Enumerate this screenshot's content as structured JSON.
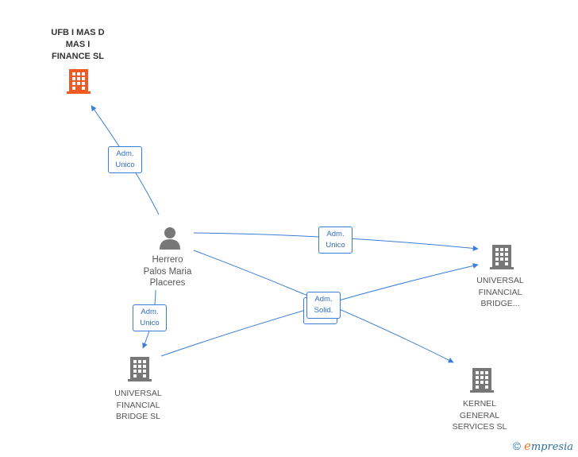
{
  "nodes": {
    "ufb": {
      "label": "UFB I MAS D\nMAS I\nFINANCE SL",
      "icon": "building-icon",
      "color": "#f05a22"
    },
    "person": {
      "label": "Herrero\nPalos Maria\nPlaceres",
      "icon": "person-icon",
      "color": "#777777"
    },
    "ufb_bridge_right": {
      "label": "UNIVERSAL\nFINANCIAL\nBRIDGE...",
      "icon": "building-icon",
      "color": "#777777"
    },
    "ufb_bridge_sl": {
      "label": "UNIVERSAL\nFINANCIAL\nBRIDGE SL",
      "icon": "building-icon",
      "color": "#777777"
    },
    "kernel": {
      "label": "KERNEL\nGENERAL\nSERVICES  SL",
      "icon": "building-icon",
      "color": "#777777"
    }
  },
  "edges": {
    "to_ufb": {
      "line1": "Adm.",
      "line2": "Unico"
    },
    "to_bridge_right": {
      "line1": "Adm.",
      "line2": "Unico"
    },
    "to_bridge_sl": {
      "line1": "Adm.",
      "line2": "Unico"
    },
    "solid": {
      "line1": "Adm.",
      "line2": "Solid."
    }
  },
  "colors": {
    "edge": "#3b7dd8",
    "accent": "#f05a22",
    "gray_icon": "#777777"
  },
  "footer": {
    "copyright": "©",
    "brand_first": "e",
    "brand_rest": "mpresia"
  }
}
